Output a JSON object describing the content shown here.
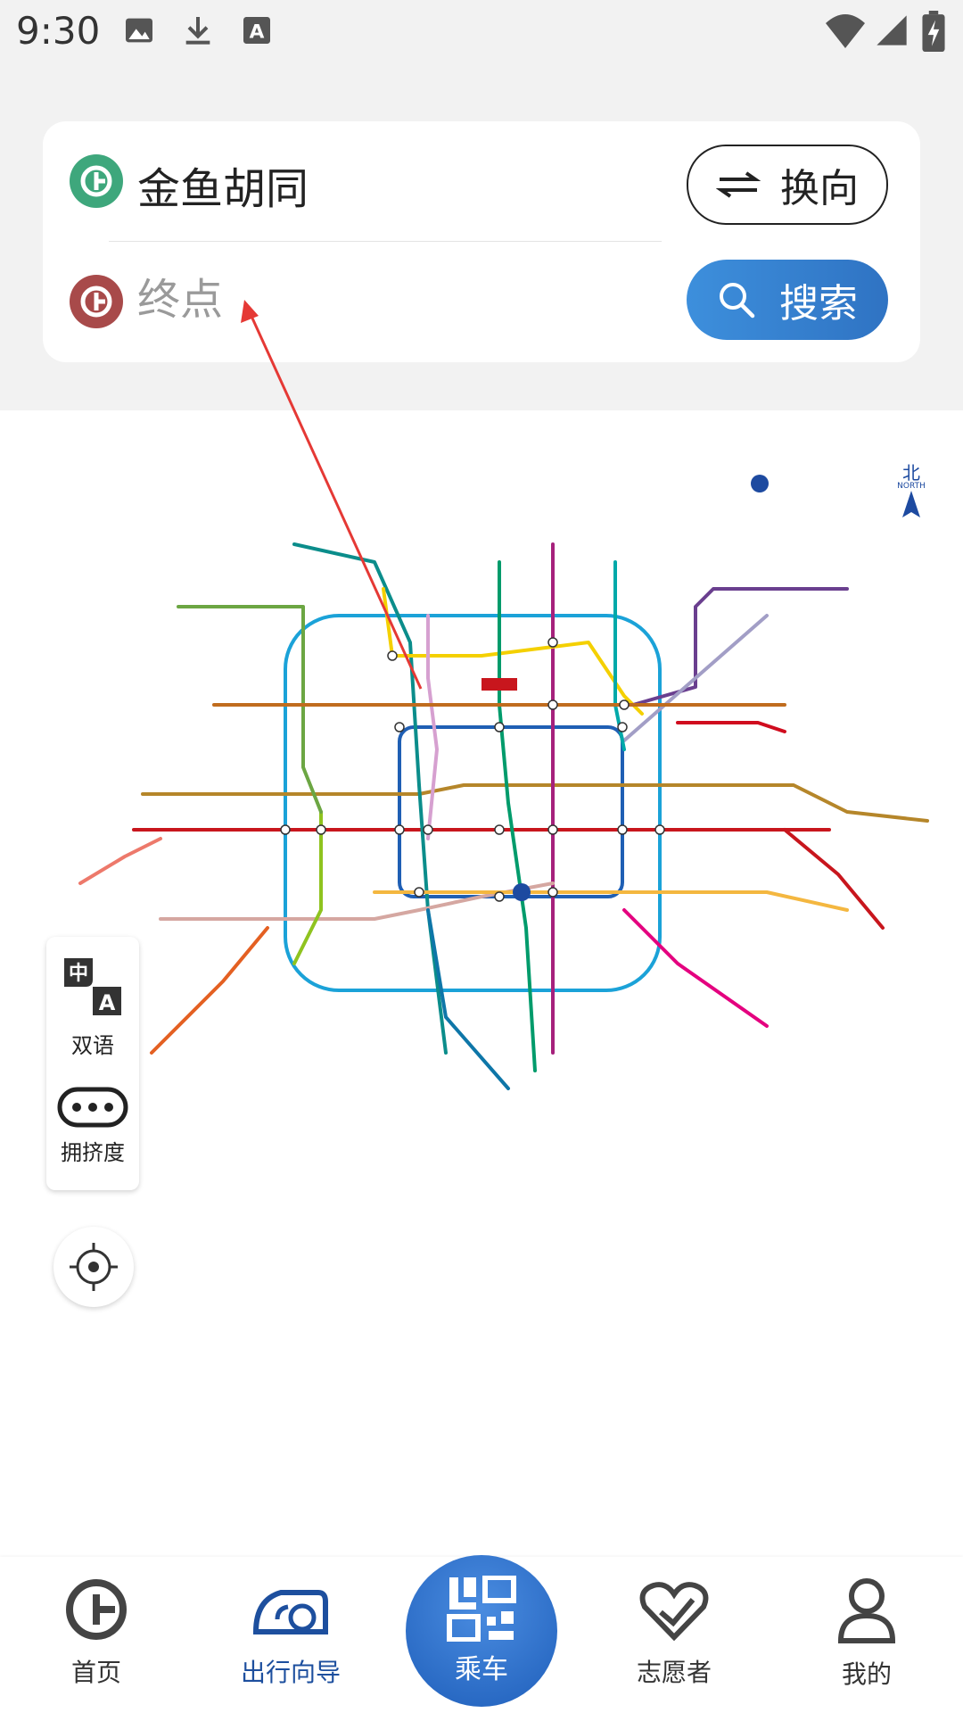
{
  "status_bar": {
    "time": "9:30",
    "icons": [
      "image-icon",
      "download-icon",
      "text-icon",
      "wifi-icon",
      "signal-icon",
      "battery-charging-icon"
    ]
  },
  "route": {
    "from_station": "金鱼胡同",
    "to_placeholder": "终点",
    "to_value": "",
    "swap_label": "换向",
    "search_label": "搜索"
  },
  "map": {
    "north_label": "北",
    "north_en": "NORTH"
  },
  "float_panel": {
    "bilingual_label": "双语",
    "crowd_label": "拥挤度"
  },
  "bottom_nav": {
    "items": [
      {
        "label": "首页",
        "icon": "subway-logo-icon"
      },
      {
        "label": "出行向导",
        "icon": "travel-guide-icon"
      },
      {
        "label": "乘车",
        "icon": "qr-code-icon"
      },
      {
        "label": "志愿者",
        "icon": "heart-hand-icon"
      },
      {
        "label": "我的",
        "icon": "user-icon"
      }
    ],
    "active_index": 1
  },
  "colors": {
    "accent_blue": "#2f73c3",
    "nav_active": "#1d4f9e",
    "from_logo": "#3ea77c",
    "to_logo": "#a84a4a",
    "annotation_arrow": "#e53935"
  }
}
